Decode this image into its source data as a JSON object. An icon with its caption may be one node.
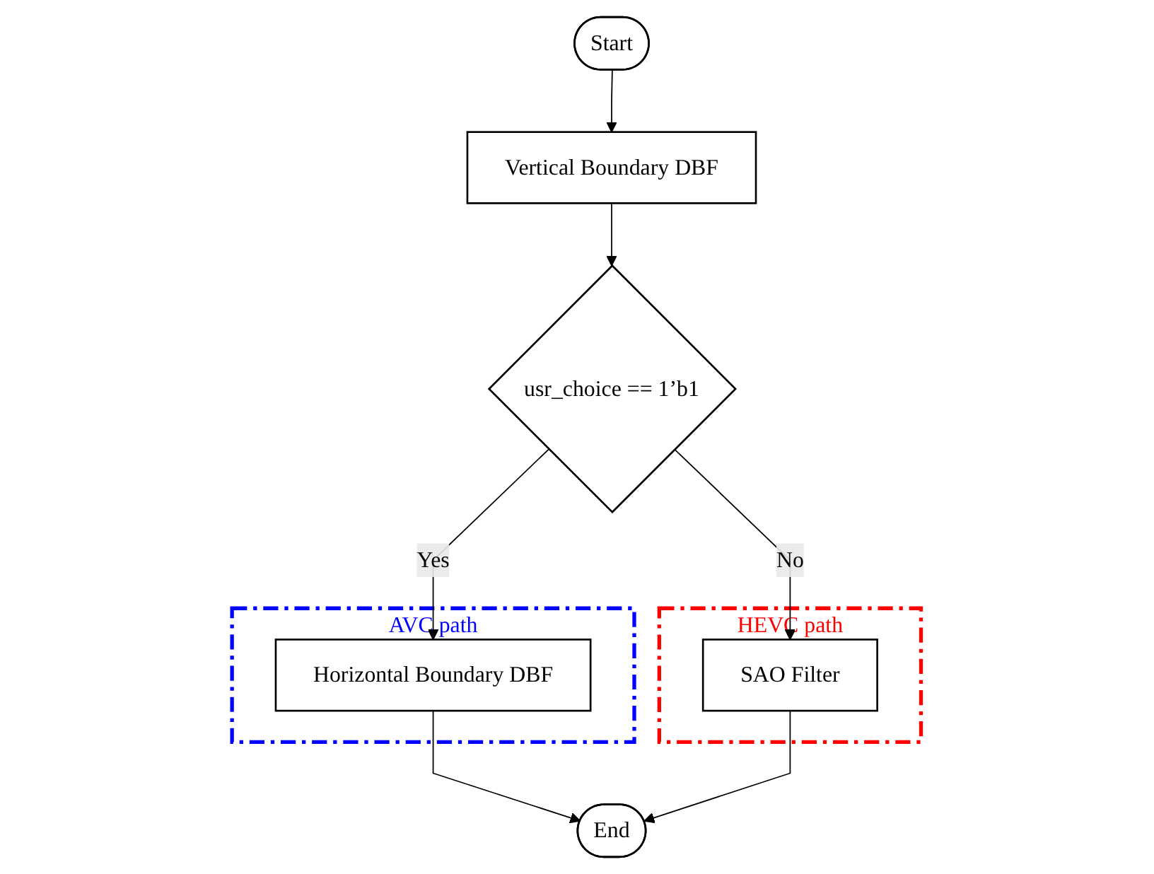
{
  "diagram": {
    "nodes": [
      {
        "text": [
          "Start"
        ]
      },
      {
        "text": [
          "Vertical Boundary DBF"
        ]
      },
      {
        "text": [
          "usr_choice == 1’b1"
        ]
      },
      {
        "text": [
          "AVC path"
        ]
      },
      {
        "text": [
          "Horizontal Boundary DBF"
        ],
        "in": 3
      },
      {
        "text": [
          "HEVC path"
        ]
      },
      {
        "text": [
          "SAO Filter"
        ],
        "in": 5
      },
      {
        "text": [
          "End"
        ]
      }
    ],
    "edges": [
      {
        "from": 0,
        "to": 1,
        "arrow": "to"
      },
      {
        "from": 1,
        "to": 2,
        "arrow": "to"
      },
      {
        "from": 2,
        "to": 4,
        "label": "Yes",
        "arrow": "to"
      },
      {
        "from": 2,
        "to": 6,
        "label": "No",
        "arrow": "to"
      },
      {
        "from": 4,
        "to": 7,
        "arrow": "to"
      },
      {
        "from": 6,
        "to": 7,
        "arrow": "to"
      }
    ]
  }
}
